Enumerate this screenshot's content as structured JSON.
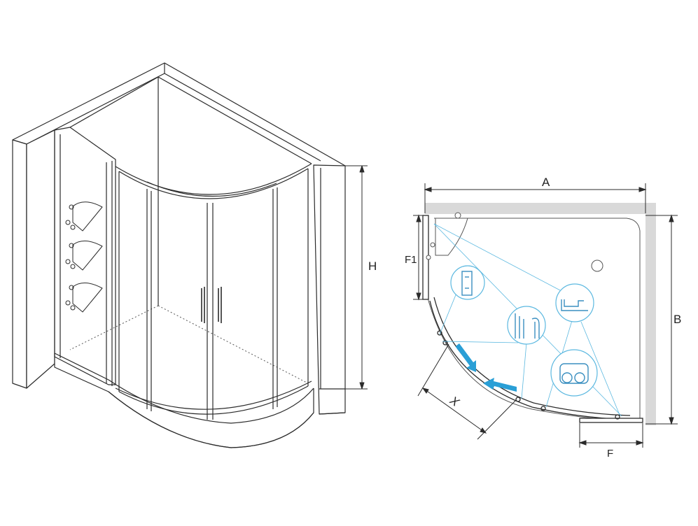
{
  "diagram": {
    "dimension_labels": {
      "height": "H",
      "width_a": "A",
      "depth_b": "B",
      "fixed_panel_f": "F",
      "fixed_panel_f1": "F1",
      "door_opening_x": "X"
    },
    "views": [
      "isometric-shower-enclosure",
      "plan-view-shower-tray"
    ],
    "colors": {
      "line": "#2b2b2b",
      "light_line": "#888888",
      "accent_blue": "#2a9fd6",
      "wall_gray": "#d9d9d9",
      "callout_blue": "#5bb8e0"
    }
  }
}
